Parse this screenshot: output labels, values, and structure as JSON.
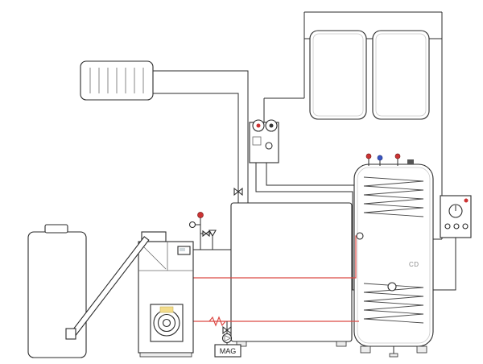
{
  "diagram": {
    "type": "pellet-boiler-solar-heating-schematic",
    "labels": {
      "expansion_tank": "MAG",
      "dhw_tank_logo": "CD"
    },
    "colors": {
      "line": "#2b2b2b",
      "hot_pipe": "#dc4a45",
      "accent_red": "#cc3333",
      "accent_blue": "#3a56c4",
      "sticker_yellow": "#f3dc8a",
      "background": "#ffffff"
    },
    "components": [
      "solar-panel-left",
      "solar-panel-right",
      "radiator",
      "solar-pump-station",
      "pellet-silo",
      "feed-auger",
      "pellet-boiler",
      "burner-fan",
      "buffer-tank",
      "dhw-tank-with-coils",
      "controller",
      "safety-group",
      "pump-group",
      "expansion-vessel"
    ]
  }
}
